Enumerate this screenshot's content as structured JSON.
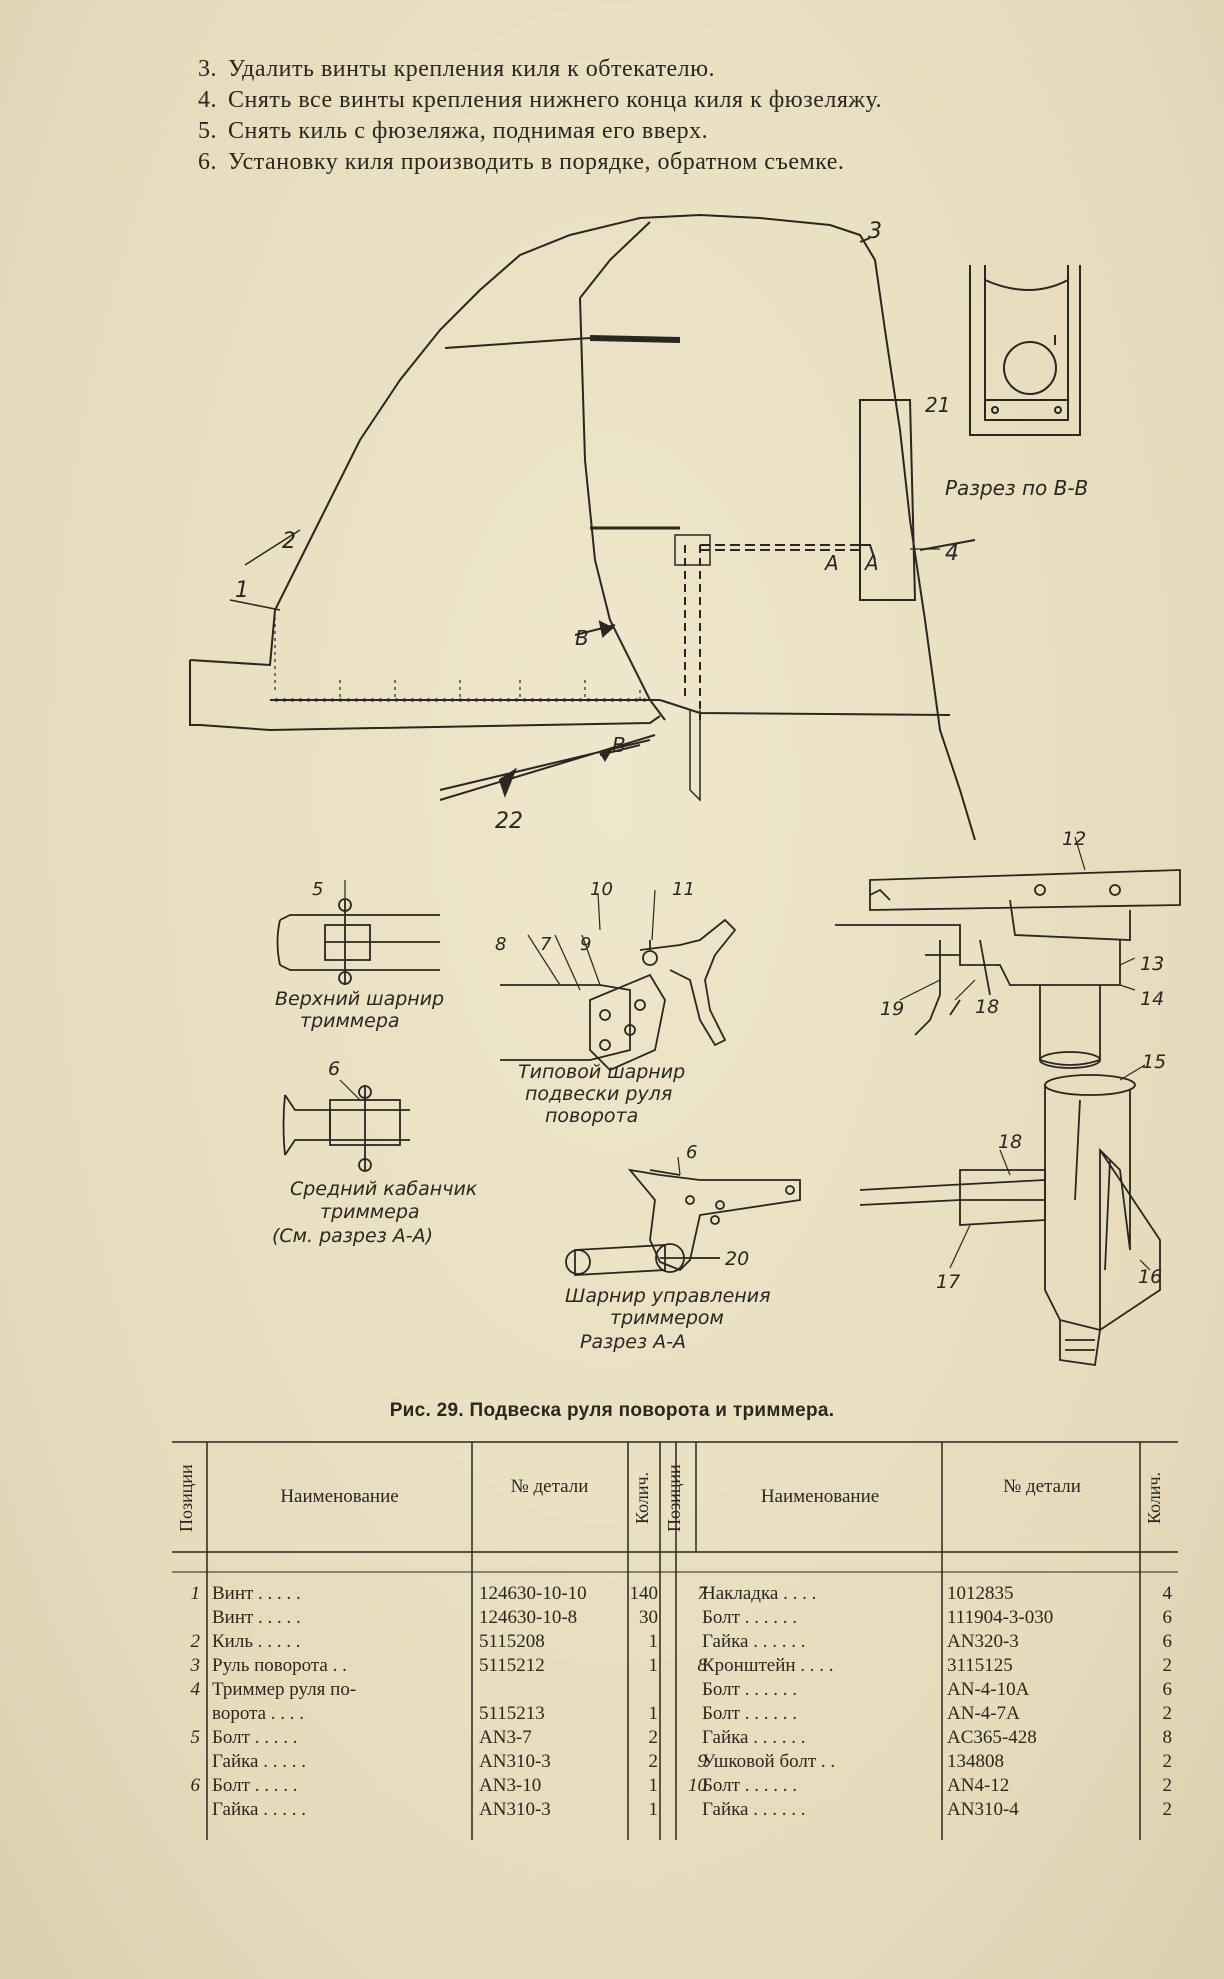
{
  "steps": [
    {
      "num": "3.",
      "text": "Удалить винты крепления киля к обтекателю."
    },
    {
      "num": "4.",
      "text": "Снять все винты крепления нижнего конца киля к фюзеляжу."
    },
    {
      "num": "5.",
      "text": "Снять киль с фюзеляжа, поднимая его вверх."
    },
    {
      "num": "6.",
      "text": "Установку киля производить в порядке, обратном съемке."
    }
  ],
  "figure": {
    "labels": {
      "section_bb": "Разрез по В-В",
      "upper_hinge": [
        "Верхний шарнир",
        "триммера"
      ],
      "typical_hinge": [
        "Типовой шарнир",
        "подвески руля",
        "поворота"
      ],
      "middle_horn": [
        "Средний кабанчик",
        "триммера",
        "(См. разрез А-А)"
      ],
      "trim_hinge": [
        "Шарнир управления",
        "триммером",
        "Разрез А-А"
      ],
      "letters": {
        "a": "А",
        "b": "В"
      },
      "numbers": [
        "1",
        "2",
        "3",
        "4",
        "5",
        "6",
        "7",
        "8",
        "9",
        "10",
        "11",
        "12",
        "13",
        "14",
        "15",
        "16",
        "17",
        "18",
        "19",
        "20",
        "21",
        "22"
      ]
    },
    "caption": "Рис. 29. Подвеска руля поворота и триммера."
  },
  "table": {
    "headers": {
      "position": "Позиции",
      "name": "Наименование",
      "part_no": "№ детали",
      "qty": "Колич."
    },
    "left": [
      {
        "pos": "1",
        "name": "Винт . . . . .",
        "part": "124630-10-10",
        "qty": "140"
      },
      {
        "pos": "",
        "name": "Винт . . . . .",
        "part": "124630-10-8",
        "qty": "30"
      },
      {
        "pos": "2",
        "name": "Киль . . . . .",
        "part": "5115208",
        "qty": "1"
      },
      {
        "pos": "3",
        "name": "Руль поворота . .",
        "part": "5115212",
        "qty": "1"
      },
      {
        "pos": "4",
        "name": "Триммер руля по-",
        "part": "",
        "qty": ""
      },
      {
        "pos": "",
        "name": "ворота . . . .",
        "part": "5115213",
        "qty": "1"
      },
      {
        "pos": "5",
        "name": "Болт . . . . .",
        "part": "AN3-7",
        "qty": "2"
      },
      {
        "pos": "",
        "name": "Гайка . . . . .",
        "part": "AN310-3",
        "qty": "2"
      },
      {
        "pos": "6",
        "name": "Болт . . . . .",
        "part": "AN3-10",
        "qty": "1"
      },
      {
        "pos": "",
        "name": "Гайка . . . . .",
        "part": "AN310-3",
        "qty": "1"
      }
    ],
    "right": [
      {
        "pos": "7",
        "name": "Накладка . . . .",
        "part": "1012835",
        "qty": "4"
      },
      {
        "pos": "",
        "name": "Болт . . . . . .",
        "part": "111904-3-030",
        "qty": "6"
      },
      {
        "pos": "",
        "name": "Гайка . . . . . .",
        "part": "AN320-3",
        "qty": "6"
      },
      {
        "pos": "8",
        "name": "Кронштейн . . . .",
        "part": "3115125",
        "qty": "2"
      },
      {
        "pos": "",
        "name": "Болт . . . . . .",
        "part": "AN-4-10A",
        "qty": "6"
      },
      {
        "pos": "",
        "name": "Болт . . . . . .",
        "part": "AN-4-7A",
        "qty": "2"
      },
      {
        "pos": "",
        "name": "Гайка . . . . . .",
        "part": "AC365-428",
        "qty": "8"
      },
      {
        "pos": "9",
        "name": "Ушковой болт . .",
        "part": "134808",
        "qty": "2"
      },
      {
        "pos": "10",
        "name": "Болт . . . . . .",
        "part": "AN4-12",
        "qty": "2"
      },
      {
        "pos": "",
        "name": "Гайка . . . . . .",
        "part": "AN310-4",
        "qty": "2"
      }
    ]
  }
}
